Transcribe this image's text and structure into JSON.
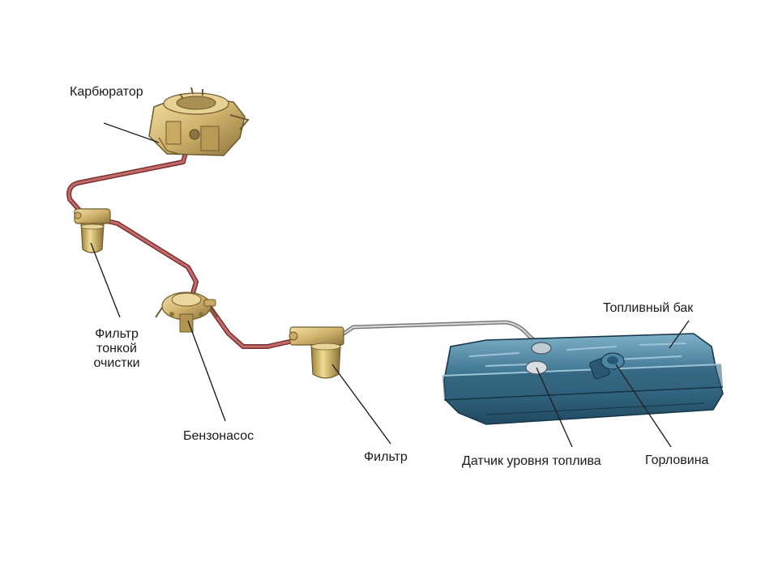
{
  "labels": {
    "carburetor": "Карбюратор",
    "fine_filter": "Фильтр\nтонкой\nочистки",
    "fuel_pump": "Бензонасос",
    "filter": "Фильтр",
    "level_sensor": "Датчик уровня топлива",
    "filler_neck": "Горловина",
    "fuel_tank": "Топливный бак"
  },
  "colors": {
    "fuel_line": "#b04a4a",
    "return_line": "#a6a6a6",
    "tank": "#3d7390",
    "tank_dark": "#26506a",
    "tank_light": "#6b9cb6",
    "brass": "#d9bf7a",
    "brass_dark": "#8c7440",
    "leader": "#222222"
  }
}
